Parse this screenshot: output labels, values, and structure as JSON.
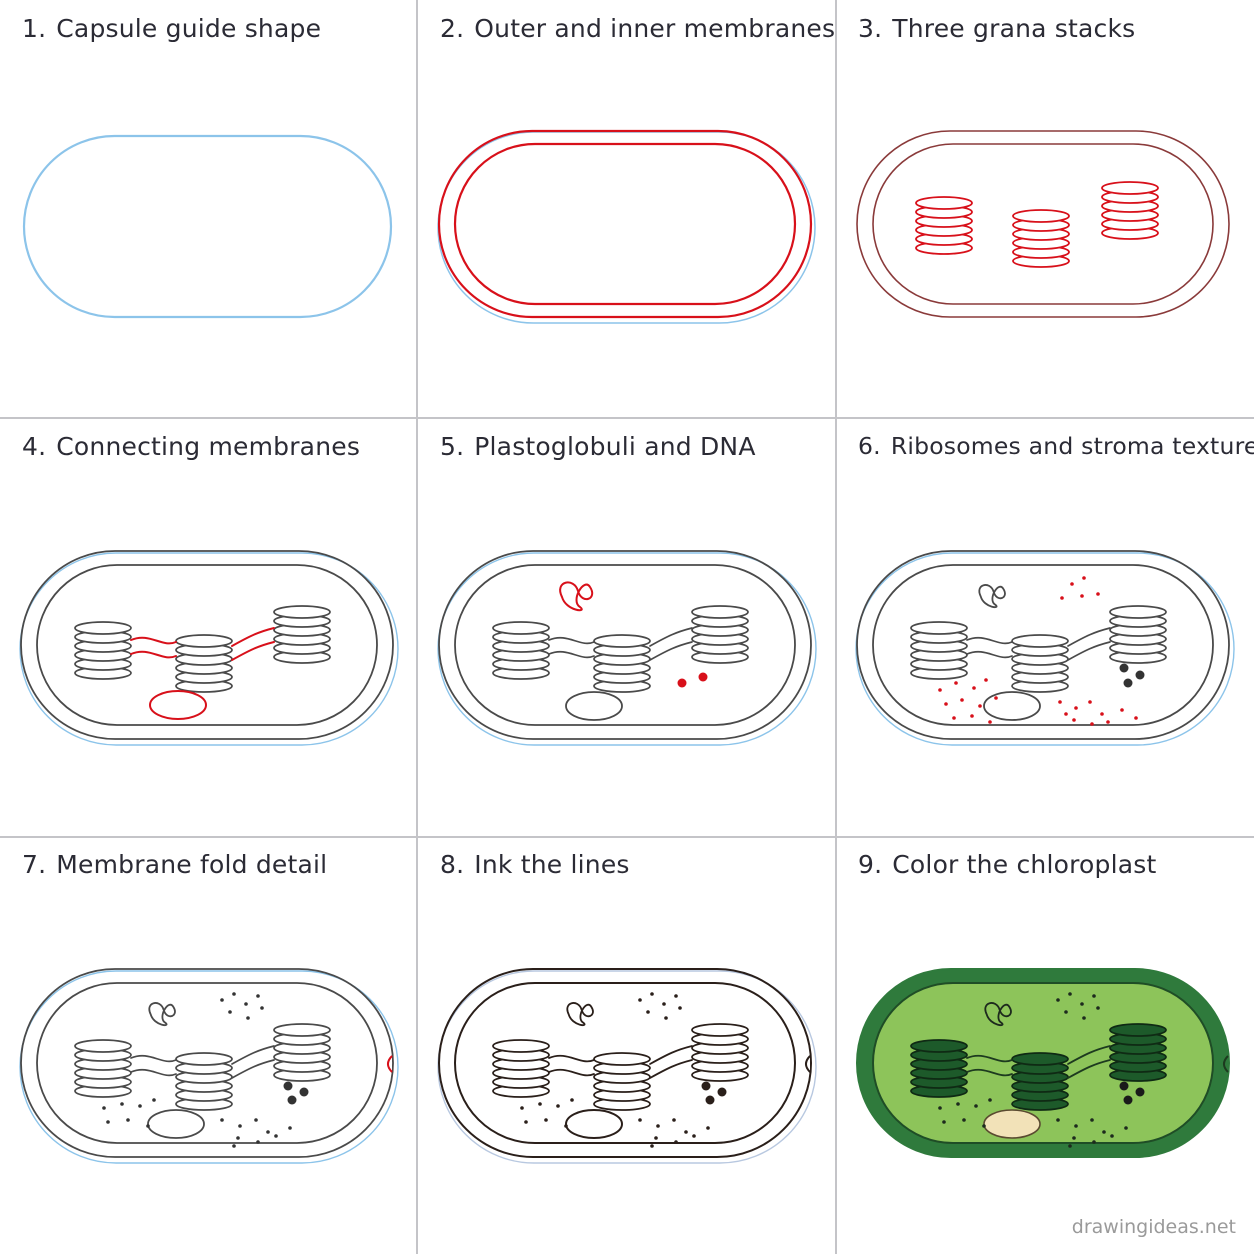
{
  "steps": [
    {
      "number": "1.",
      "title": "Capsule guide shape"
    },
    {
      "number": "2.",
      "title": "Outer and inner membranes"
    },
    {
      "number": "3.",
      "title": "Three grana stacks"
    },
    {
      "number": "4.",
      "title": "Connecting membranes"
    },
    {
      "number": "5.",
      "title": "Plastoglobuli and DNA"
    },
    {
      "number": "6.",
      "title": "Ribosomes and stroma texture"
    },
    {
      "number": "7.",
      "title": "Membrane fold detail"
    },
    {
      "number": "8.",
      "title": "Ink the lines"
    },
    {
      "number": "9.",
      "title": "Color the chloroplast"
    }
  ],
  "watermark": "drawingideas.net",
  "colors": {
    "guide_blue": "#8cc4ea",
    "new_stroke_red": "#d8101a",
    "pencil_gray": "#4a4a4a",
    "ink_dark": "#2a1f1a",
    "outer_dark_green": "#2f7a3c",
    "inner_light_green": "#8dc45a",
    "grana_green": "#1d5a2a",
    "nucleoid_cream": "#f2e2b8"
  }
}
